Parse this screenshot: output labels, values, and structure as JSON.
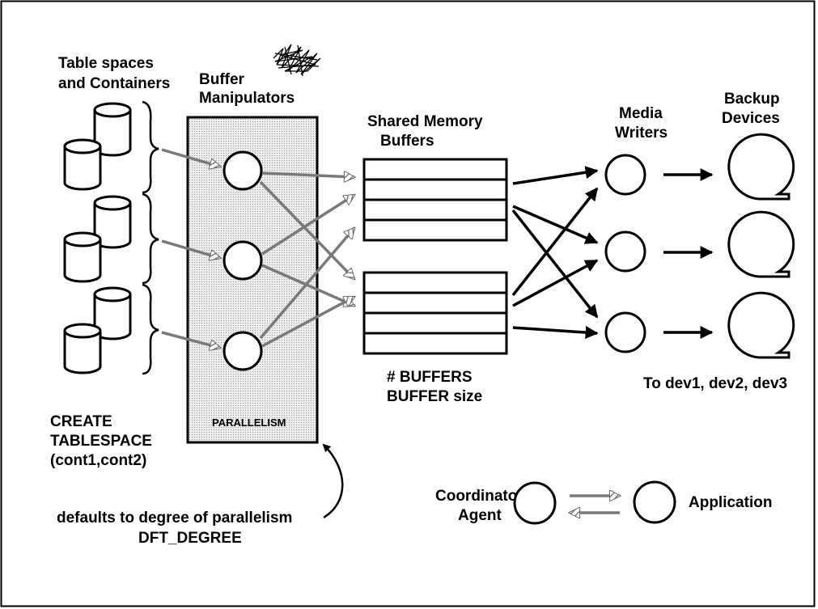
{
  "labels": {
    "table_spaces_line1": "Table spaces",
    "table_spaces_line2": "and Containers",
    "buffer_manip_line1": "Buffer",
    "buffer_manip_line2": "Manipulators",
    "shared_mem_line1": "Shared Memory",
    "shared_mem_line2": "Buffers",
    "media_writers_line1": "Media",
    "media_writers_line2": "Writers",
    "backup_devices_line1": "Backup",
    "backup_devices_line2": "Devices",
    "parallelism": "PARALLELISM",
    "buffers_count": "# BUFFERS",
    "buffer_size": "BUFFER size",
    "to_devices": "To dev1, dev2, dev3",
    "create_line1": "CREATE",
    "create_line2": "TABLESPACE",
    "create_line3": "(cont1,cont2)",
    "defaults_line1": "defaults to degree of parallelism",
    "defaults_line2": "DFT_DEGREE",
    "coordinator_line1": "Coordinator",
    "coordinator_line2": "Agent",
    "application": "Application"
  },
  "colors": {
    "ink": "#000000",
    "shaded_fill": "#e6e6e6",
    "gray_arrow": "#8a8a8a"
  },
  "icons": {
    "container": "cylinder-icon",
    "agent": "circle-icon",
    "device": "tape-reel-icon",
    "scribble": "scribble-icon"
  }
}
